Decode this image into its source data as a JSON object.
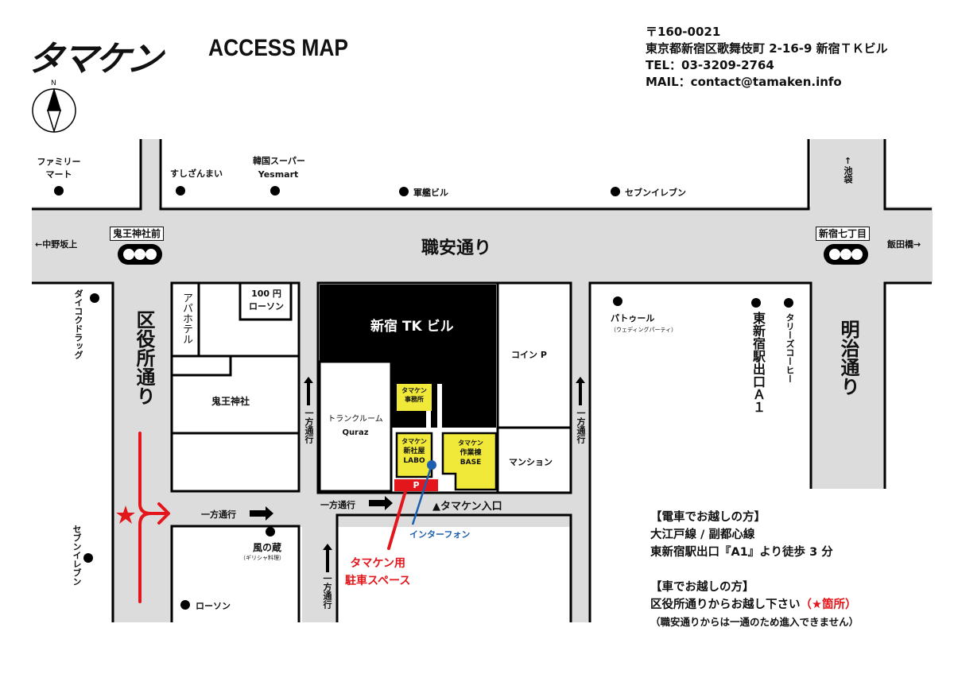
{
  "header": {
    "logo": "タマケン",
    "title": "ACCESS MAP",
    "postal": "〒160-0021",
    "address": "東京都新宿区歌舞伎町 2-16-9 新宿ＴＫビル",
    "tel": "TEL：03-3209-2764",
    "mail": "MAIL：contact@tamaken.info"
  },
  "compass": {
    "north": "N"
  },
  "roads": {
    "shokuan": "職安通り",
    "kuyakusho": "区役所通り",
    "meiji": "明治通り"
  },
  "directions": {
    "west": "←中野坂上",
    "east": "飯田橋→",
    "north": "池袋"
  },
  "intersections": {
    "west": "鬼王神社前",
    "east": "新宿七丁目"
  },
  "landmarks": {
    "familymart": "ファミリーマート",
    "familymart_1": "ファミリー",
    "familymart_2": "マート",
    "sushizanmai": "すしざんまい",
    "kankoku_1": "韓国スーパー",
    "kankoku_2": "Yesmart",
    "gunkan": "軍艦ビル",
    "seven_top": "セブンイレブン",
    "daikoku": "ダイコクドラッグ",
    "apa": "アパホテル",
    "lawson100_1": "100 円",
    "lawson100_2": "ローソン",
    "kiou": "鬼王神社",
    "tk_building": "新宿 TK ビル",
    "trunkroom_1": "トランクルーム",
    "trunkroom_2": "Quraz",
    "coin_p": "コイン P",
    "mansion": "マンション",
    "patoule": "パトゥール",
    "patoule_sub": "（ウェディングパーティ）",
    "higashi_exit": "東新宿駅出口Ａ１",
    "tullys": "タリーズコーヒー",
    "seven_bottom": "セブンイレブン",
    "kazenokura": "風の蔵",
    "kazenokura_sub": "（ギリシャ料理）",
    "lawson": "ローソン"
  },
  "tamaken": {
    "office_1": "タマケン",
    "office_2": "事務所",
    "labo_1": "タマケン",
    "labo_2": "新社屋",
    "labo_3": "LABO",
    "base_1": "タマケン",
    "base_2": "作業棟",
    "base_3": "BASE",
    "parking": "P",
    "entrance": "▲タマケン入口",
    "intercom": "インターフォン",
    "parking_label_1": "タマケン用",
    "parking_label_2": "駐車スペース"
  },
  "oneway": {
    "label": "一方通行"
  },
  "access_info": {
    "train_heading": "【電車でお越しの方】",
    "train_line": "大江戸線 / 副都心線",
    "train_exit": "東新宿駅出口『A1』より徒歩 3 分",
    "car_heading": "【車でお越しの方】",
    "car_line": "区役所通りからお越し下さい",
    "car_note": "（★箇所）",
    "car_warning": "（職安通りからは一通のため進入できません）"
  },
  "colors": {
    "road": "#dcdcdc",
    "building_black": "#000000",
    "tamaken_yellow": "#f0e93a",
    "accent_red": "#e3161b",
    "intercom_blue": "#1d5fb0"
  }
}
